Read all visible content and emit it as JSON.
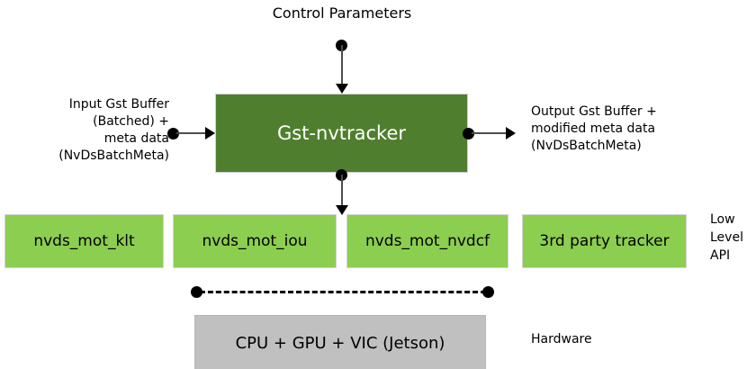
{
  "diagram": {
    "title_top": "Control Parameters",
    "main_block": {
      "label": "Gst-nvtracker",
      "fill": "#4f7f2e"
    },
    "input_label": "Input Gst Buffer\n(Batched) +\nmeta data\n(NvDsBatchMeta)",
    "output_label": "Output Gst Buffer +\nmodified meta data\n(NvDsBatchMeta)",
    "low_level": {
      "side_label": "Low\nLevel\nAPI",
      "fill": "#8cce4f",
      "boxes": [
        {
          "label": "nvds_mot_klt"
        },
        {
          "label": "nvds_mot_iou"
        },
        {
          "label": "nvds_mot_nvdcf"
        },
        {
          "label": "3rd party tracker"
        }
      ]
    },
    "hardware": {
      "label": "CPU + GPU + VIC (Jetson)",
      "side_label": "Hardware",
      "fill": "#c0c0c0"
    },
    "colors": {
      "connector": "#4d4d4d",
      "node_dot": "#000000",
      "background": "#ffffff"
    }
  }
}
